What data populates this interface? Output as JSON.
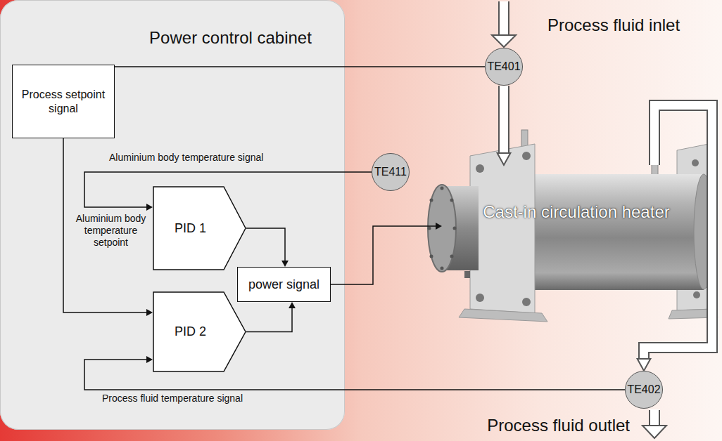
{
  "diagram": {
    "nodes": [
      {
        "text": [
          "Power control cabinet"
        ]
      },
      {
        "text": [
          "Process setpoint signal"
        ],
        "in": 0
      },
      {
        "text": [
          "PID 1"
        ],
        "in": 0
      },
      {
        "text": [
          "PID 2"
        ],
        "in": 0
      },
      {
        "text": [
          "power signal"
        ],
        "in": 0
      },
      {
        "text": [
          "TE401"
        ]
      },
      {
        "text": [
          "TE411"
        ]
      },
      {
        "text": [
          "Cast-in circulation heater"
        ]
      },
      {
        "text": [
          "TE402"
        ]
      }
    ],
    "edges": [
      {
        "from": 5,
        "to": 1,
        "arrow": "to"
      },
      {
        "from": 6,
        "to": 2,
        "label": "Aluminium body temperature signal",
        "arrow": "to"
      },
      {
        "from": 1,
        "to": 3,
        "arrow": "to"
      },
      {
        "from": 8,
        "to": 3,
        "label": "Process fluid temperature signal",
        "arrow": "to"
      },
      {
        "from": 2,
        "to": 4,
        "arrow": "to"
      },
      {
        "from": 3,
        "to": 4,
        "arrow": "to"
      },
      {
        "from": 4,
        "to": 7,
        "arrow": "to"
      },
      {
        "from": 5,
        "to": 7,
        "arrow": "to"
      },
      {
        "from": 7,
        "to": 8,
        "arrow": "to"
      }
    ],
    "labels": [
      "Process fluid inlet",
      "Process fluid outlet",
      "Aluminium body temperature setpoint"
    ]
  }
}
